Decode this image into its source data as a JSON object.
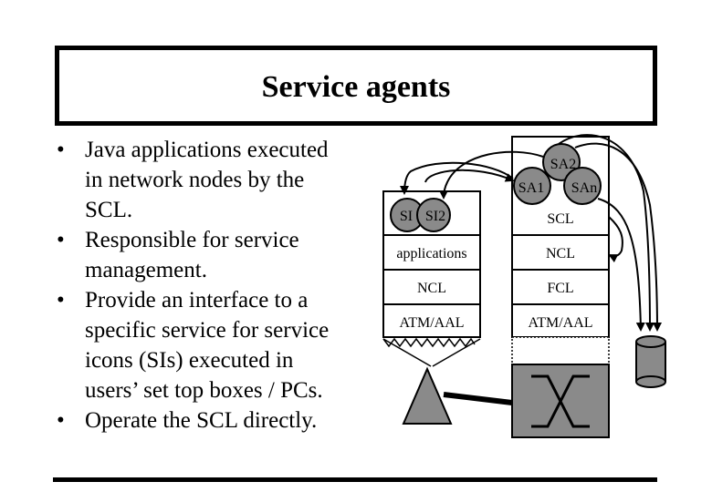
{
  "title": "Service agents",
  "bullets": [
    "Java applications executed in network nodes by the SCL.",
    "Responsible for service management.",
    "Provide an interface to a specific service for service icons (SIs) executed in users’ set top boxes / PCs.",
    "Operate the SCL directly."
  ],
  "bullet_lines": [
    [
      "Java applications executed",
      "in network nodes by the",
      "SCL."
    ],
    [
      "Responsible for service",
      "management."
    ],
    [
      "Provide an interface to a",
      "specific service for service",
      "icons (SIs) executed in",
      "users’ set top boxes / PCs."
    ],
    [
      "Operate the SCL directly."
    ]
  ],
  "bullet_marker": "•",
  "diagram": {
    "client_stack": {
      "si_labels": [
        "SI",
        "SI2"
      ],
      "layers": [
        "applications",
        "NCL",
        "ATM/AAL"
      ]
    },
    "node_stack": {
      "agents": [
        "SA2",
        "SA1",
        "SAn"
      ],
      "layers": [
        "SCL",
        "NCL",
        "FCL",
        "ATM/AAL"
      ]
    },
    "colors": {
      "fill_gray": "#8a8a8a",
      "line": "#000000",
      "background": "#ffffff"
    }
  }
}
